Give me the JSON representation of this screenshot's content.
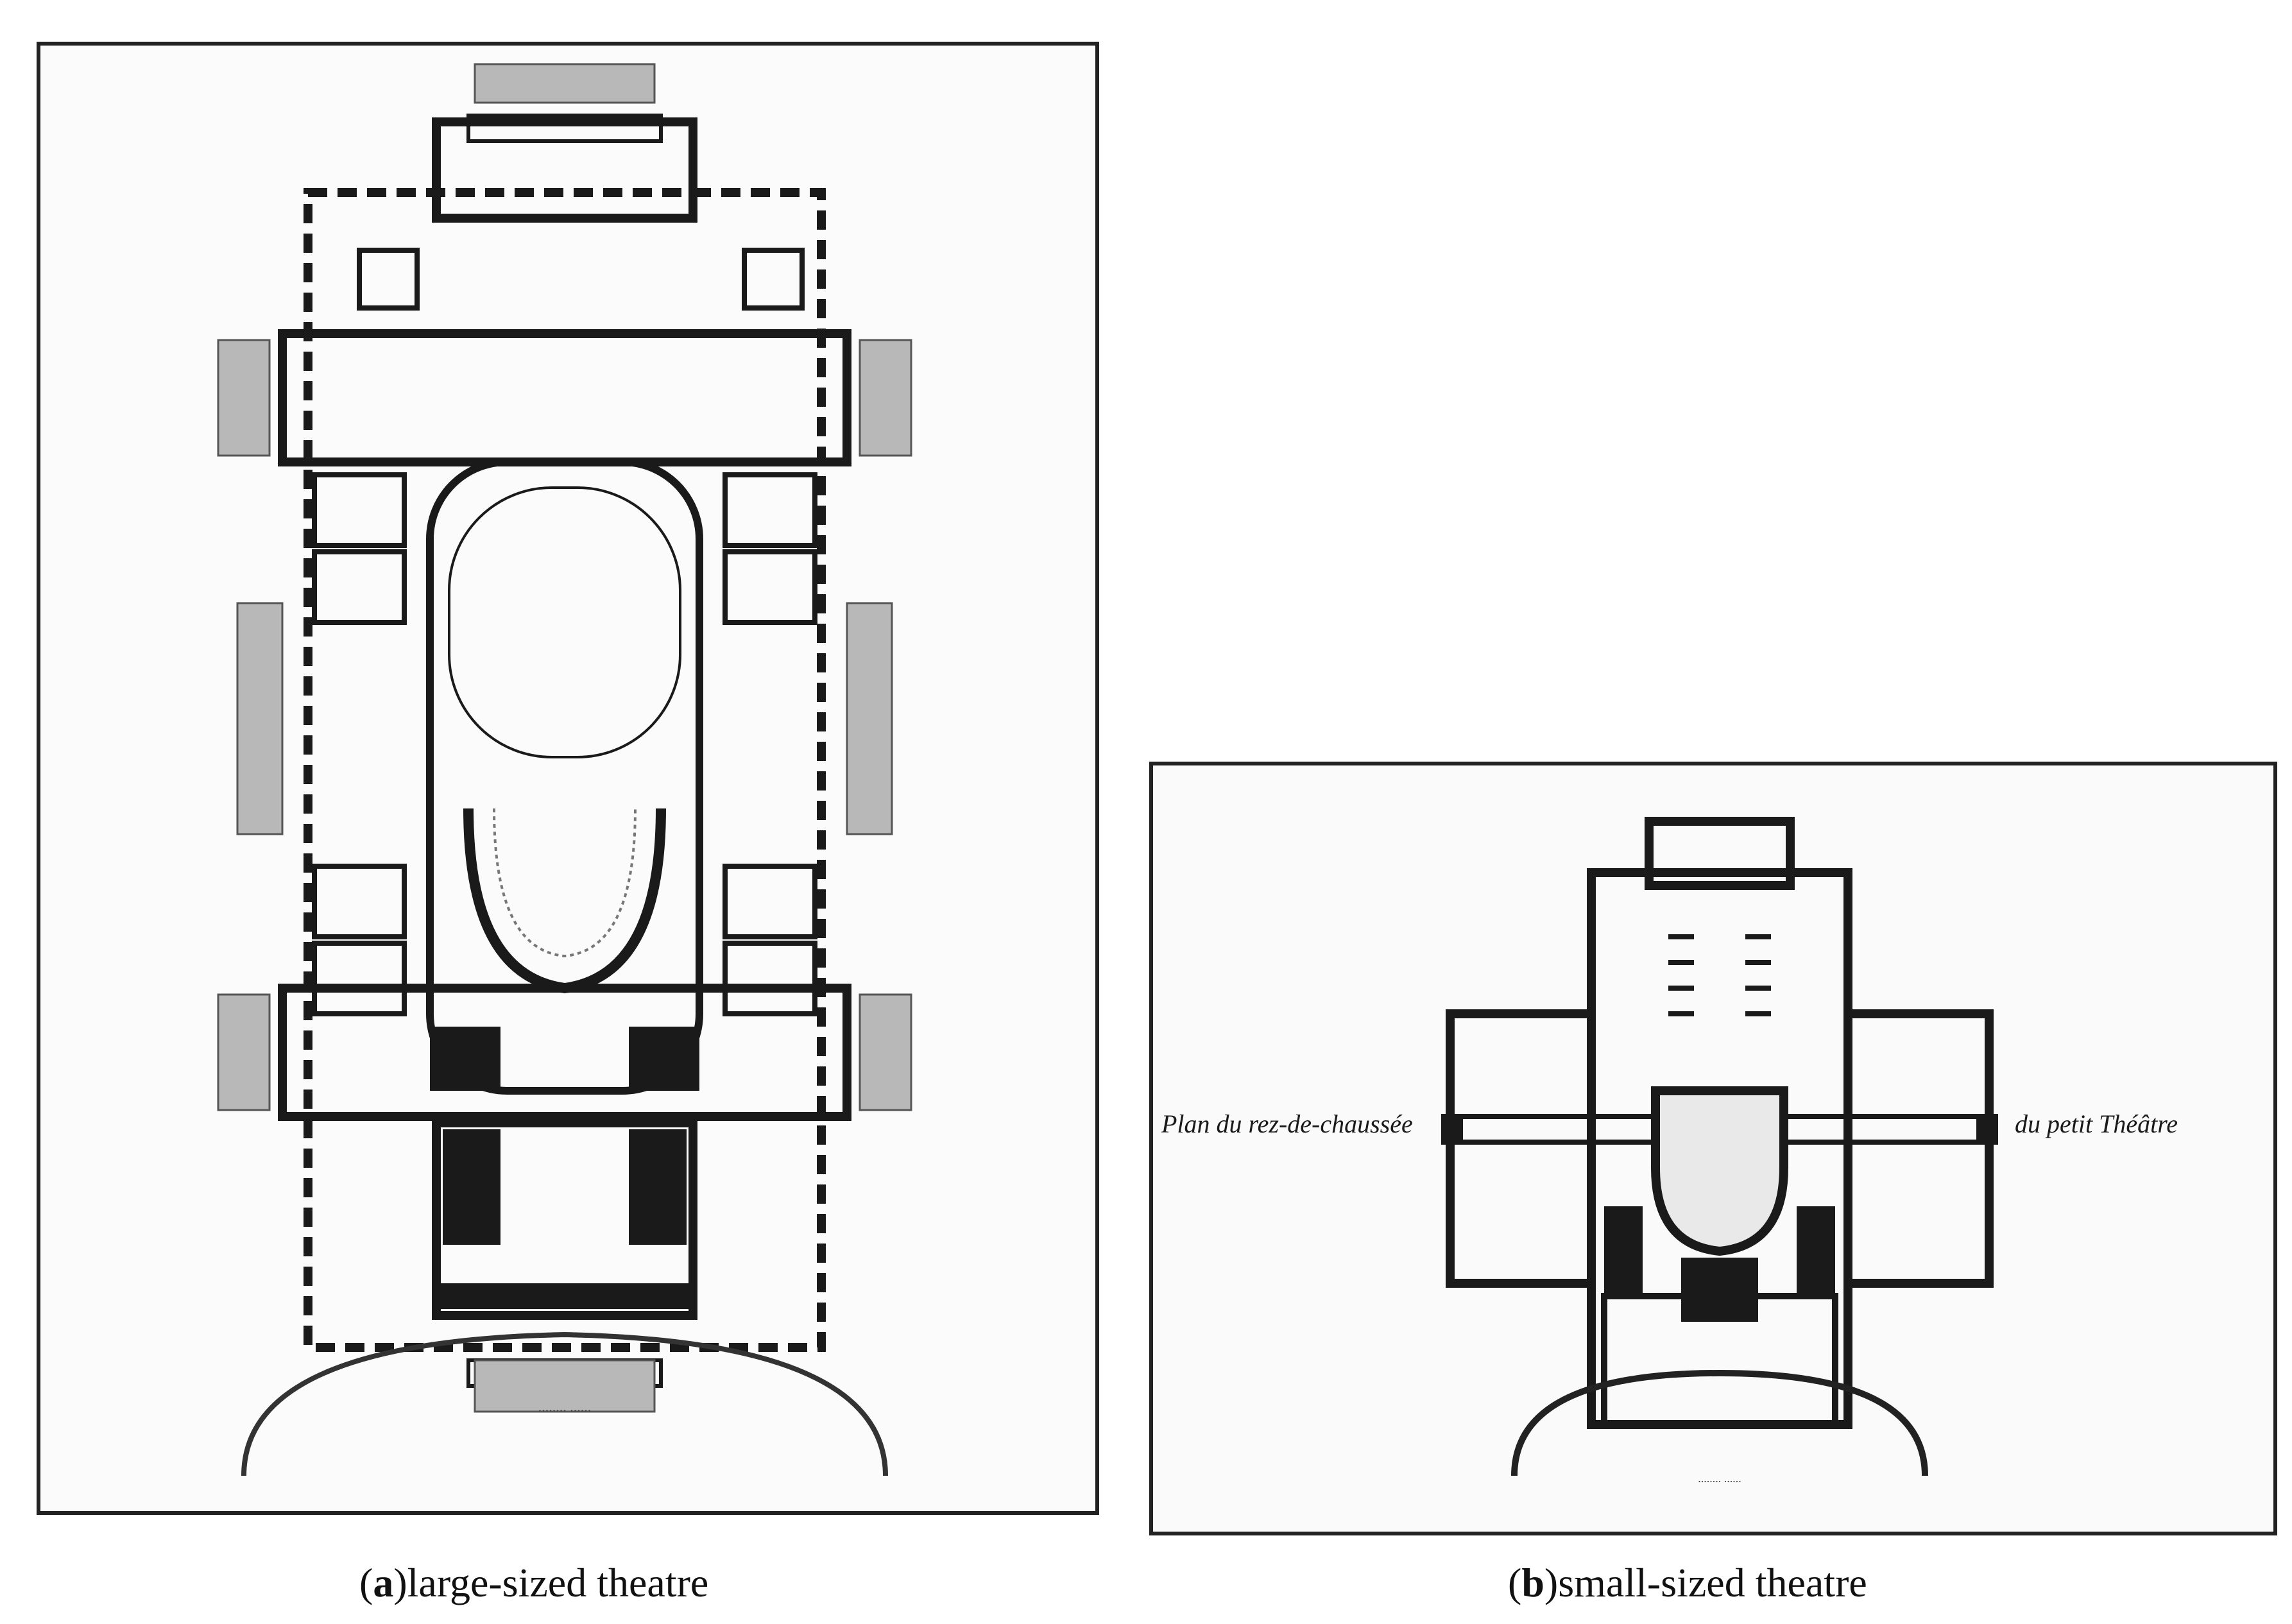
{
  "figure": {
    "panels": [
      {
        "id": "a",
        "letter": "a",
        "caption": "large-sized theatre",
        "scale_note": "........ ......"
      },
      {
        "id": "b",
        "letter": "b",
        "caption": "small-sized theatre",
        "plan_title_left": "Plan du rez-de-chaussée",
        "plan_title_right": "du petit Théâtre",
        "scale_note": "........ ......"
      }
    ]
  },
  "colors": {
    "ink": "#1a1a1a",
    "paper": "#fbfbfb",
    "frame": "#222222",
    "hatch": "#9a9a9a"
  }
}
